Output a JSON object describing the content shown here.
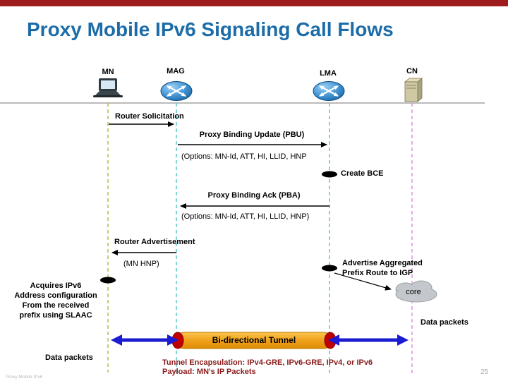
{
  "slide": {
    "title": "Proxy Mobile IPv6 Signaling Call Flows",
    "footer": "Proxy Mobile IPv6",
    "page_number": "25"
  },
  "entities": {
    "mn": {
      "label": "MN",
      "icon": "laptop-icon"
    },
    "mag": {
      "label": "MAG",
      "icon": "router-icon"
    },
    "lma": {
      "label": "LMA",
      "icon": "router-icon"
    },
    "cn": {
      "label": "CN",
      "icon": "server-icon"
    }
  },
  "messages": {
    "router_solicitation": {
      "label": "Router Solicitation",
      "from": "MN",
      "to": "MAG"
    },
    "pbu": {
      "label": "Proxy Binding Update (PBU)",
      "options": "(Options: MN-Id, ATT, HI, LLID, HNP",
      "from": "MAG",
      "to": "LMA"
    },
    "create_bce": {
      "label": "Create BCE",
      "at": "LMA"
    },
    "pba": {
      "label": "Proxy Binding Ack (PBA)",
      "options": "(Options: MN-Id, ATT, HI, LLID, HNP)",
      "from": "LMA",
      "to": "MAG"
    },
    "router_advertisement": {
      "label": "Router Advertisement",
      "options": "(MN HNP)",
      "from": "MAG",
      "to": "MN"
    }
  },
  "annotations": {
    "slaac_note": "Acquires IPv6\nAddress configuration\nFrom the received\nprefix using SLAAC",
    "advertise_note": "Advertise  Aggregated\nPrefix Route to IGP",
    "cloud_label": "core",
    "data_packets_right": "Data packets",
    "data_packets_left": "Data packets",
    "tunnel": {
      "label": "Bi-directional Tunnel",
      "encapsulation": "Tunnel Encapsulation: IPv4-GRE, IPv6-GRE, IPv4, or IPv6",
      "payload": "Payload: MN's IP Packets"
    }
  },
  "colors": {
    "top_bar": "#9E1B1E",
    "title": "#1B6CA8",
    "tunnel_fill": "#F0A21C",
    "tunnel_ends": "#C00000",
    "data_arrows": "#1B1BD1",
    "encapsulation_text": "#8B1A1A",
    "lifeline_mn": "#BFBF4F",
    "lifeline_mag": "#66CCCC",
    "lifeline_lma": "#66CCCC",
    "lifeline_cn": "#DD99DD"
  }
}
